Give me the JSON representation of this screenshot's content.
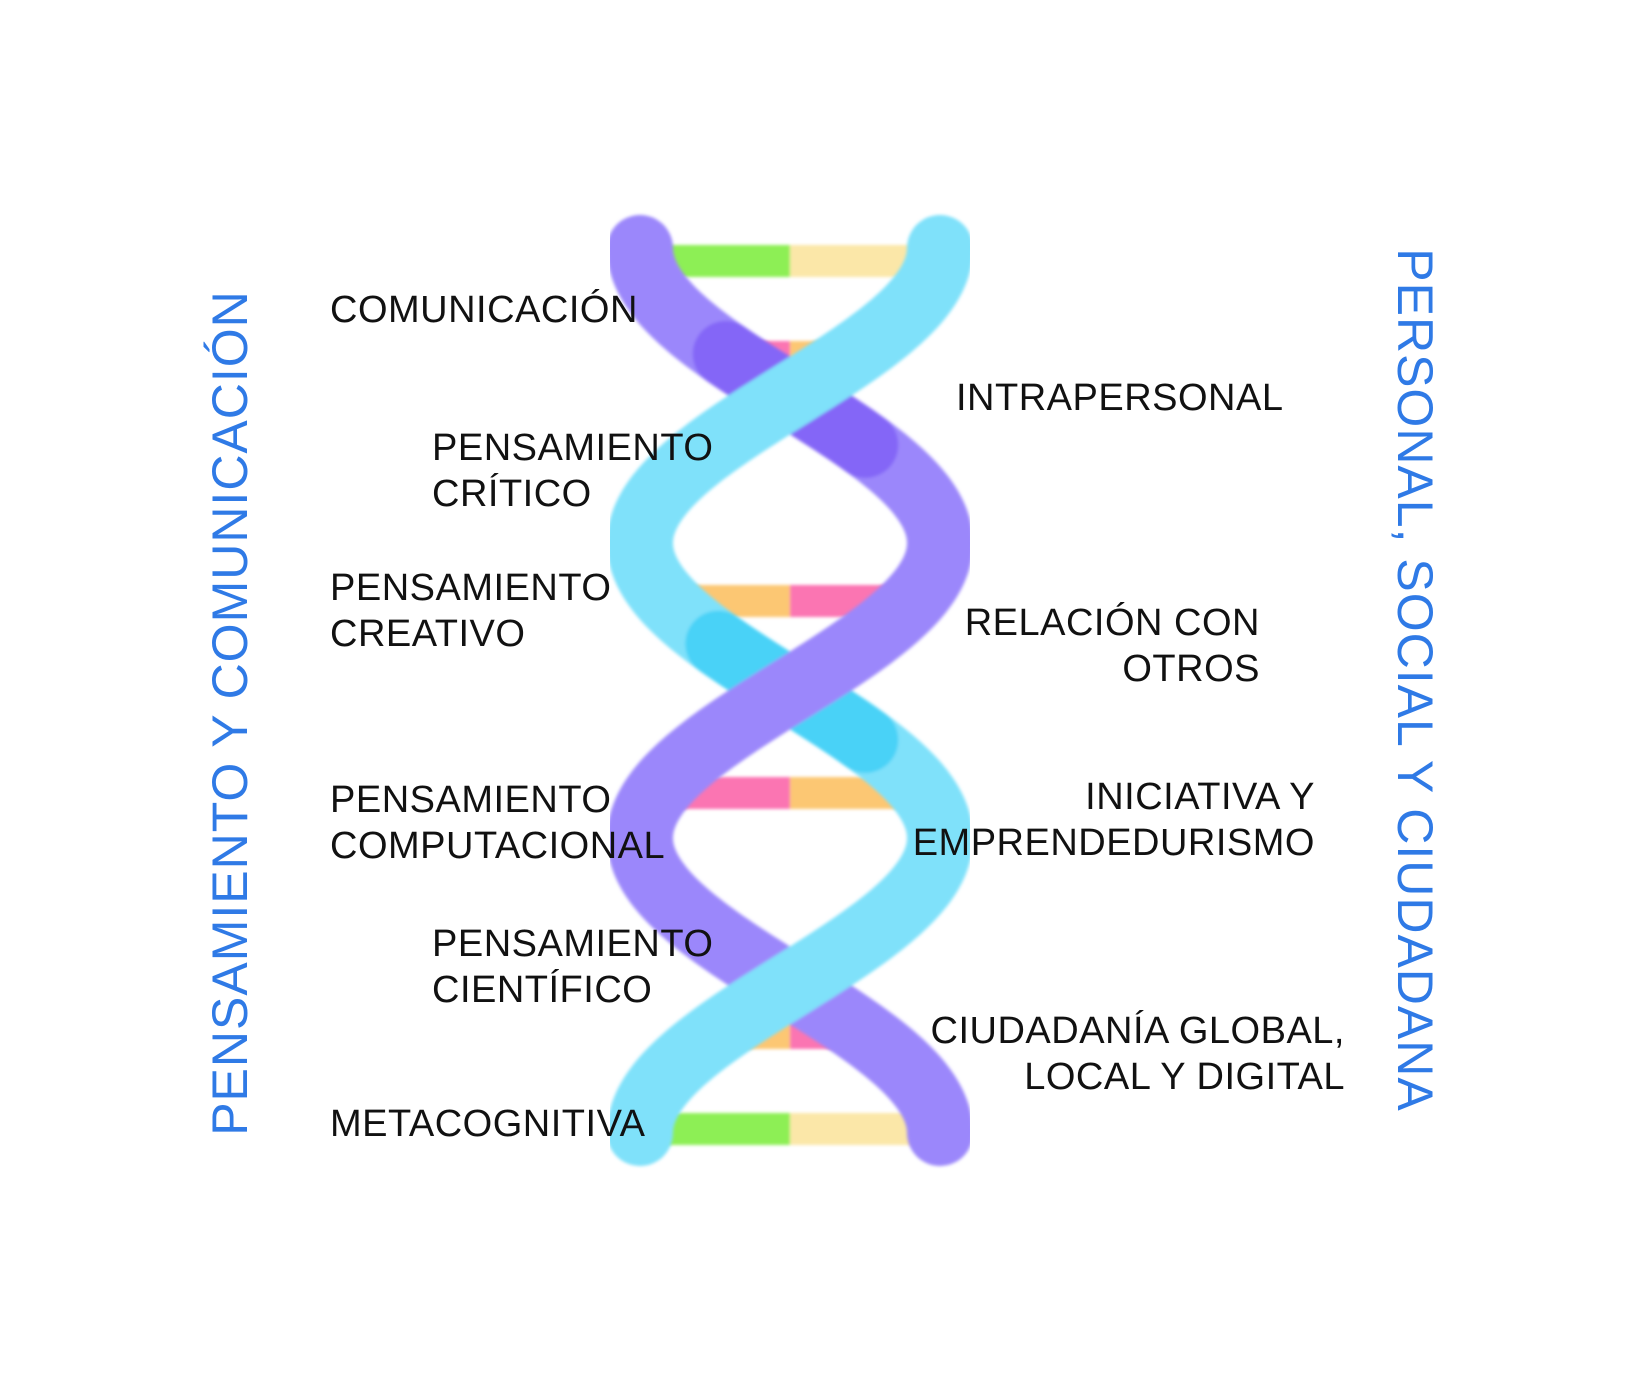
{
  "colors": {
    "strand_purple": "#9b87fb",
    "strand_purple_dark": "#8466f7",
    "strand_cyan": "#7fe1fa",
    "strand_cyan_dark": "#48d2f7",
    "rung_green": "#8def55",
    "rung_cream": "#fbe7a8",
    "rung_pink": "#fb75b2",
    "rung_orange": "#fcc773",
    "title_blue": "#2f7ae6",
    "label_text": "#111111"
  },
  "titles": {
    "left": "PENSAMIENTO Y COMUNICACIÓN",
    "right": "PERSONAL, SOCIAL Y CIUDADANA"
  },
  "labels_left": {
    "comunicacion": "COMUNICACIÓN",
    "critico_1": "PENSAMIENTO",
    "critico_2": "CRÍTICO",
    "creativo_1": "PENSAMIENTO",
    "creativo_2": "CREATIVO",
    "computacional_1": "PENSAMIENTO",
    "computacional_2": "COMPUTACIONAL",
    "cientifico_1": "PENSAMIENTO",
    "cientifico_2": "CIENTÍFICO",
    "metacognitiva": "METACOGNITIVA"
  },
  "labels_right": {
    "intrapersonal": "INTRAPERSONAL",
    "relacion_1": "RELACIÓN CON",
    "relacion_2": "OTROS",
    "iniciativa_1": "INICIATIVA Y",
    "iniciativa_2": "EMPRENDEDURISMO",
    "ciudadania_1": "CIUDADANÍA GLOBAL,",
    "ciudadania_2": "LOCAL Y DIGITAL"
  }
}
